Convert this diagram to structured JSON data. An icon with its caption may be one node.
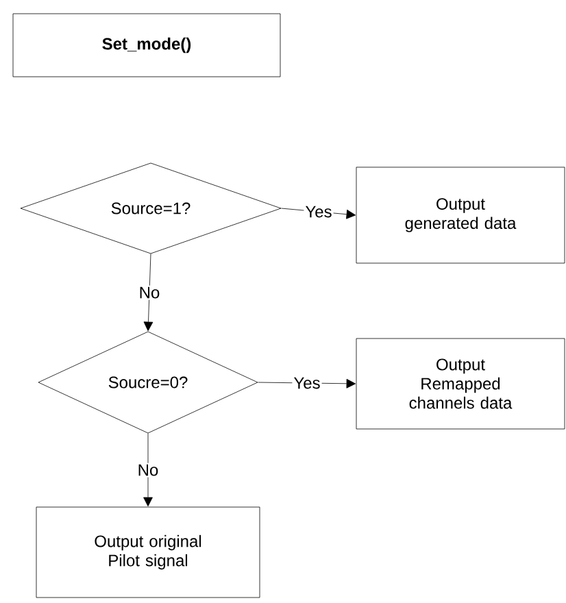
{
  "diagram": {
    "nodes": [
      {
        "text": [
          "Set_mode()"
        ]
      },
      {
        "text": [
          "Source=1?"
        ]
      },
      {
        "text": [
          "Output generated data"
        ]
      },
      {
        "text": [
          "Soucre=0?"
        ]
      },
      {
        "text": [
          "Output Remapped channels data"
        ]
      },
      {
        "text": [
          "Output original Pilot signal"
        ]
      }
    ],
    "edges": [
      {
        "from": 1,
        "to": 2,
        "arrow": "to",
        "label": "Yes"
      },
      {
        "from": 1,
        "to": 3,
        "arrow": "to",
        "label": "No"
      },
      {
        "from": 3,
        "to": 4,
        "arrow": "to",
        "label": "Yes"
      },
      {
        "from": 3,
        "to": 5,
        "arrow": "to",
        "label": "No"
      }
    ]
  }
}
